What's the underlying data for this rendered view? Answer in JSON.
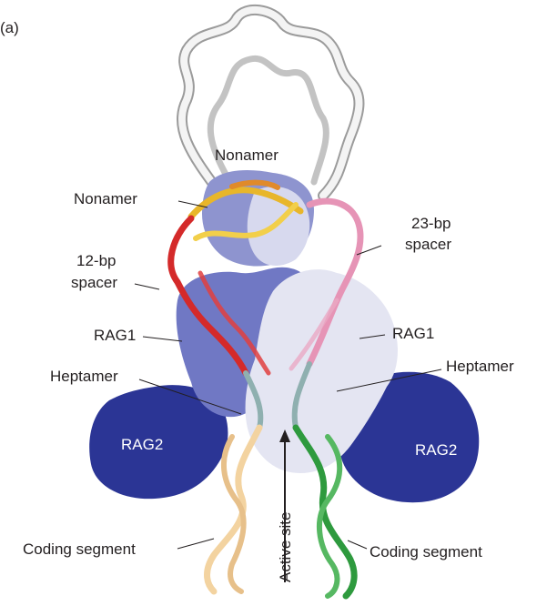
{
  "panel_label": "(a)",
  "labels": {
    "nonamer_top": "Nonamer",
    "nonamer_left": "Nonamer",
    "spacer_12_line1": "12-bp",
    "spacer_12_line2": "spacer",
    "spacer_23_line1": "23-bp",
    "spacer_23_line2": "spacer",
    "rag1_left": "RAG1",
    "rag1_right": "RAG1",
    "heptamer_left": "Heptamer",
    "heptamer_right": "Heptamer",
    "rag2_left": "RAG2",
    "rag2_right": "RAG2",
    "active_site": "Active site",
    "coding_left": "Coding segment",
    "coding_right": "Coding segment"
  },
  "colors": {
    "rag2": "#2b3595",
    "rag1_left": "#7078c4",
    "rag1_right": "#e4e5f2",
    "dna_loop": "#d9d9d9",
    "nonamer": "#e8b62a",
    "spacer_12": "#d42a2a",
    "spacer_23": "#e694b6",
    "heptamer": "#8fb0b0",
    "coding_left": "#f3d3a0",
    "coding_right": "#2e9a3e"
  }
}
